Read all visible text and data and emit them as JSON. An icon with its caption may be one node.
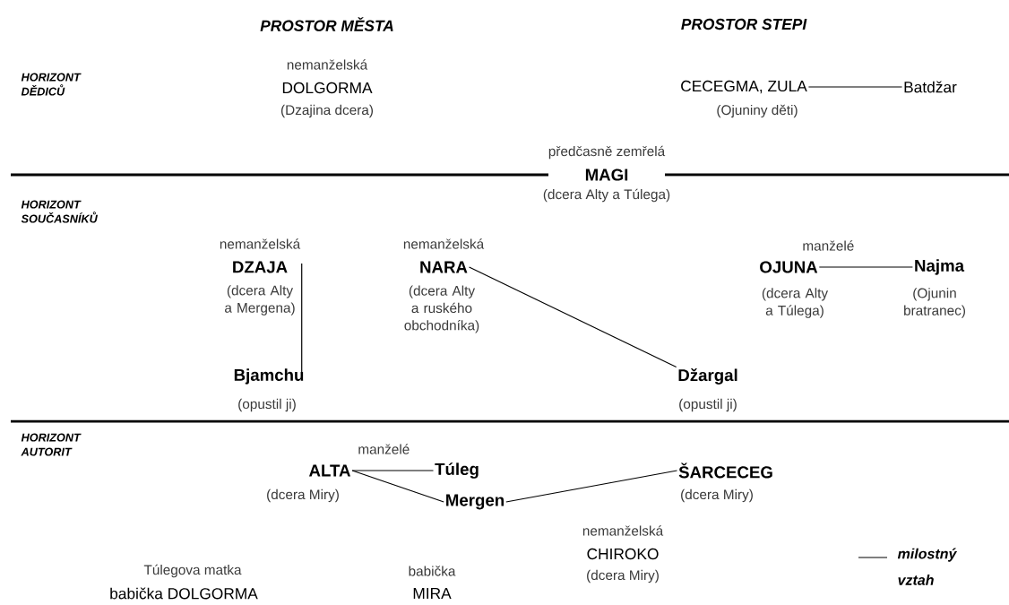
{
  "diagram": {
    "nodes": [
      {
        "text": [
          "CECEGMA, ZULA"
        ],
        "beside": [
          "(Ojuniny děti)"
        ]
      },
      {
        "text": [
          "Batdžar"
        ]
      },
      {
        "text": [
          "DZAJA"
        ],
        "beside": [
          "nemanželská",
          "(dcera Alty a Mergena)"
        ]
      },
      {
        "text": [
          "NARA"
        ],
        "beside": [
          "nemanželská",
          "(dcera Alty a ruského obchodníka)"
        ]
      },
      {
        "text": [
          "OJUNA"
        ],
        "beside": [
          "(dcera Alty a Túlega)"
        ]
      },
      {
        "text": [
          "Najma"
        ],
        "beside": [
          "(Ojunin bratranec)"
        ]
      },
      {
        "text": [
          "Bjamchu"
        ],
        "beside": [
          "(opustil ji)"
        ]
      },
      {
        "text": [
          "Džargal"
        ],
        "beside": [
          "(opustil ji)"
        ]
      },
      {
        "text": [
          "ALTA"
        ],
        "beside": [
          "(dcera Miry)"
        ]
      },
      {
        "text": [
          "Túleg"
        ]
      },
      {
        "text": [
          "Mergen"
        ]
      },
      {
        "text": [
          "ŠARCECEG"
        ],
        "beside": [
          "(dcera Miry)"
        ]
      }
    ],
    "edges": [
      {
        "from": 0,
        "to": 1,
        "arrow": "none"
      },
      {
        "from": 2,
        "to": 6,
        "arrow": "none"
      },
      {
        "from": 3,
        "to": 7,
        "arrow": "none"
      },
      {
        "from": 4,
        "to": 5,
        "arrow": "none",
        "label": "manželé"
      },
      {
        "from": 8,
        "to": 9,
        "arrow": "none",
        "label": "manželé"
      },
      {
        "from": 8,
        "to": 10,
        "arrow": "none"
      },
      {
        "from": 10,
        "to": 11,
        "arrow": "none"
      }
    ],
    "labels": [
      "PROSTOR MĚSTA",
      "PROSTOR STEPI",
      "HORIZONT DĚDICŮ",
      "nemanželská",
      "DOLGORMA",
      "(Dzajina dcera)",
      "předčasně zemřelá",
      "MAGI",
      "(dcera Alty a Túlega)",
      "HORIZONT SOUČASNÍKŮ",
      "HORIZONT AUTORIT",
      "nemanželská",
      "CHIROKO",
      "(dcera Miry)",
      "Túlegova matka",
      "babička DOLGORMA",
      "babička",
      "MIRA"
    ],
    "legend": [
      {
        "text": "milostný vztah"
      }
    ]
  }
}
